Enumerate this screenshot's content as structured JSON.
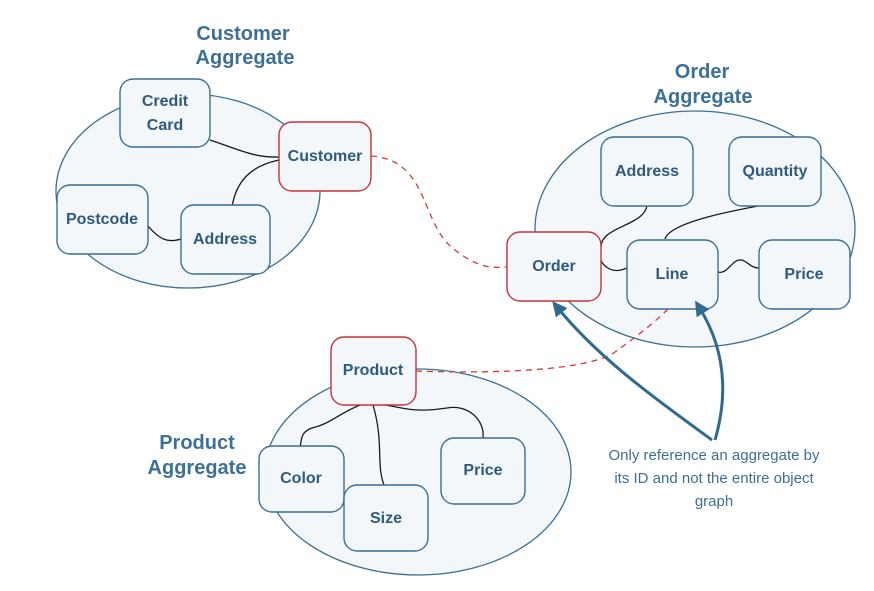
{
  "aggregates": {
    "customer": {
      "title_line1": "Customer",
      "title_line2": "Aggregate",
      "nodes": {
        "credit_card_line1": "Credit",
        "credit_card_line2": "Card",
        "customer": "Customer",
        "postcode": "Postcode",
        "address": "Address"
      }
    },
    "order": {
      "title_line1": "Order",
      "title_line2": "Aggregate",
      "nodes": {
        "address": "Address",
        "quantity": "Quantity",
        "order": "Order",
        "line": "Line",
        "price": "Price"
      }
    },
    "product": {
      "title_line1": "Product",
      "title_line2": "Aggregate",
      "nodes": {
        "product": "Product",
        "color": "Color",
        "size": "Size",
        "price": "Price"
      }
    }
  },
  "note": {
    "line1": "Only reference an aggregate by",
    "line2": "its ID and not the entire object",
    "line3": "graph"
  },
  "colors": {
    "aggregate_root_border": "#c8303a",
    "entity_border": "#3a6f94",
    "reference_line": "#d23a3a",
    "arrow": "#2f6a93",
    "text": "#2e5a7d"
  }
}
